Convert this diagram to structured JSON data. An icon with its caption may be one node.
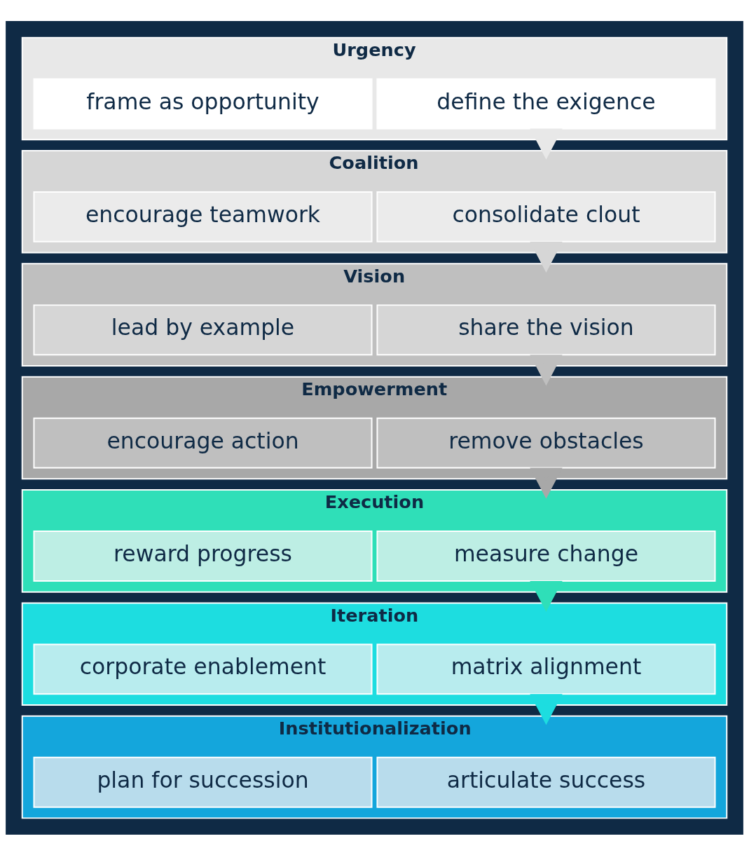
{
  "diagram": {
    "nodes": [
      {
        "text": [
          "Urgency"
        ]
      },
      {
        "text": [
          "define the exigence"
        ],
        "in": 0
      },
      {
        "text": [
          "frame as opportunity"
        ],
        "in": 0
      },
      {
        "text": [
          "Coalition"
        ]
      },
      {
        "text": [
          "consolidate clout"
        ],
        "in": 3
      },
      {
        "text": [
          "encourage teamwork"
        ],
        "in": 3
      },
      {
        "text": [
          "Vision"
        ]
      },
      {
        "text": [
          "share the vision"
        ],
        "in": 6
      },
      {
        "text": [
          "lead by example"
        ],
        "in": 6
      },
      {
        "text": [
          "Empowerment"
        ]
      },
      {
        "text": [
          "remove obstacles"
        ],
        "in": 9
      },
      {
        "text": [
          "encourage action"
        ],
        "in": 9
      },
      {
        "text": [
          "Execution"
        ]
      },
      {
        "text": [
          "measure change"
        ],
        "in": 12
      },
      {
        "text": [
          "reward progress"
        ],
        "in": 12
      },
      {
        "text": [
          "Iteration"
        ]
      },
      {
        "text": [
          "matrix alignment"
        ],
        "in": 15
      },
      {
        "text": [
          "corporate enablement"
        ],
        "in": 15
      },
      {
        "text": [
          "Institutionalization"
        ]
      },
      {
        "text": [
          "articulate success"
        ],
        "in": 18
      },
      {
        "text": [
          "plan for succession"
        ],
        "in": 18
      }
    ],
    "edges": [
      {
        "from": 0,
        "to": 3,
        "arrow": "to",
        "color": "#e8e8e8"
      },
      {
        "from": 3,
        "to": 6,
        "arrow": "to",
        "color": "#d6d6d6"
      },
      {
        "from": 6,
        "to": 9,
        "arrow": "to",
        "color": "#bfbfbf"
      },
      {
        "from": 9,
        "to": 12,
        "arrow": "to",
        "color": "#a8a8a8"
      },
      {
        "from": 12,
        "to": 15,
        "arrow": "to",
        "color": "#2fdfb8"
      },
      {
        "from": 15,
        "to": 18,
        "arrow": "to",
        "color": "#1ddde0"
      }
    ]
  }
}
